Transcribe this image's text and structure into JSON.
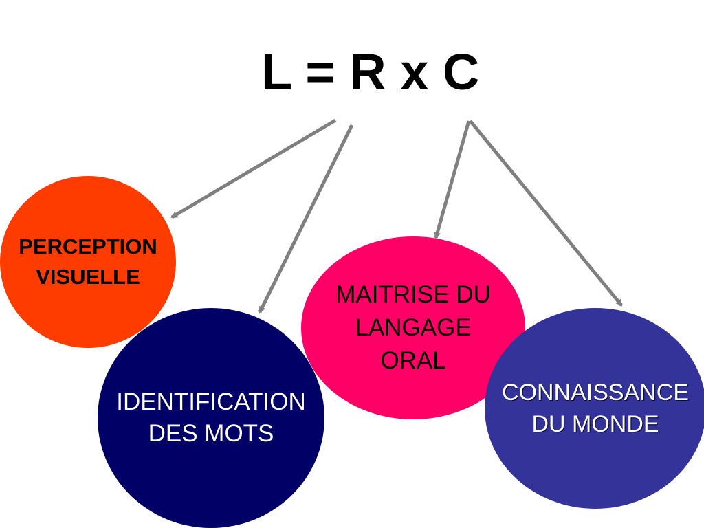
{
  "formula": "L = R x C",
  "bubbles": [
    {
      "id": "perception",
      "lines": "PERCEPTION\nVISUELLE",
      "color": "#FF3C00"
    },
    {
      "id": "identification",
      "lines": "IDENTIFICATION\nDES MOTS",
      "color": "#000066"
    },
    {
      "id": "maitrise",
      "lines": "MAITRISE DU\nLANGAGE\nORAL",
      "color": "#FF0066"
    },
    {
      "id": "connaissance",
      "lines": "CONNAISSANCE\nDU MONDE",
      "color": "#333399"
    }
  ],
  "arrow_color": "#808080"
}
